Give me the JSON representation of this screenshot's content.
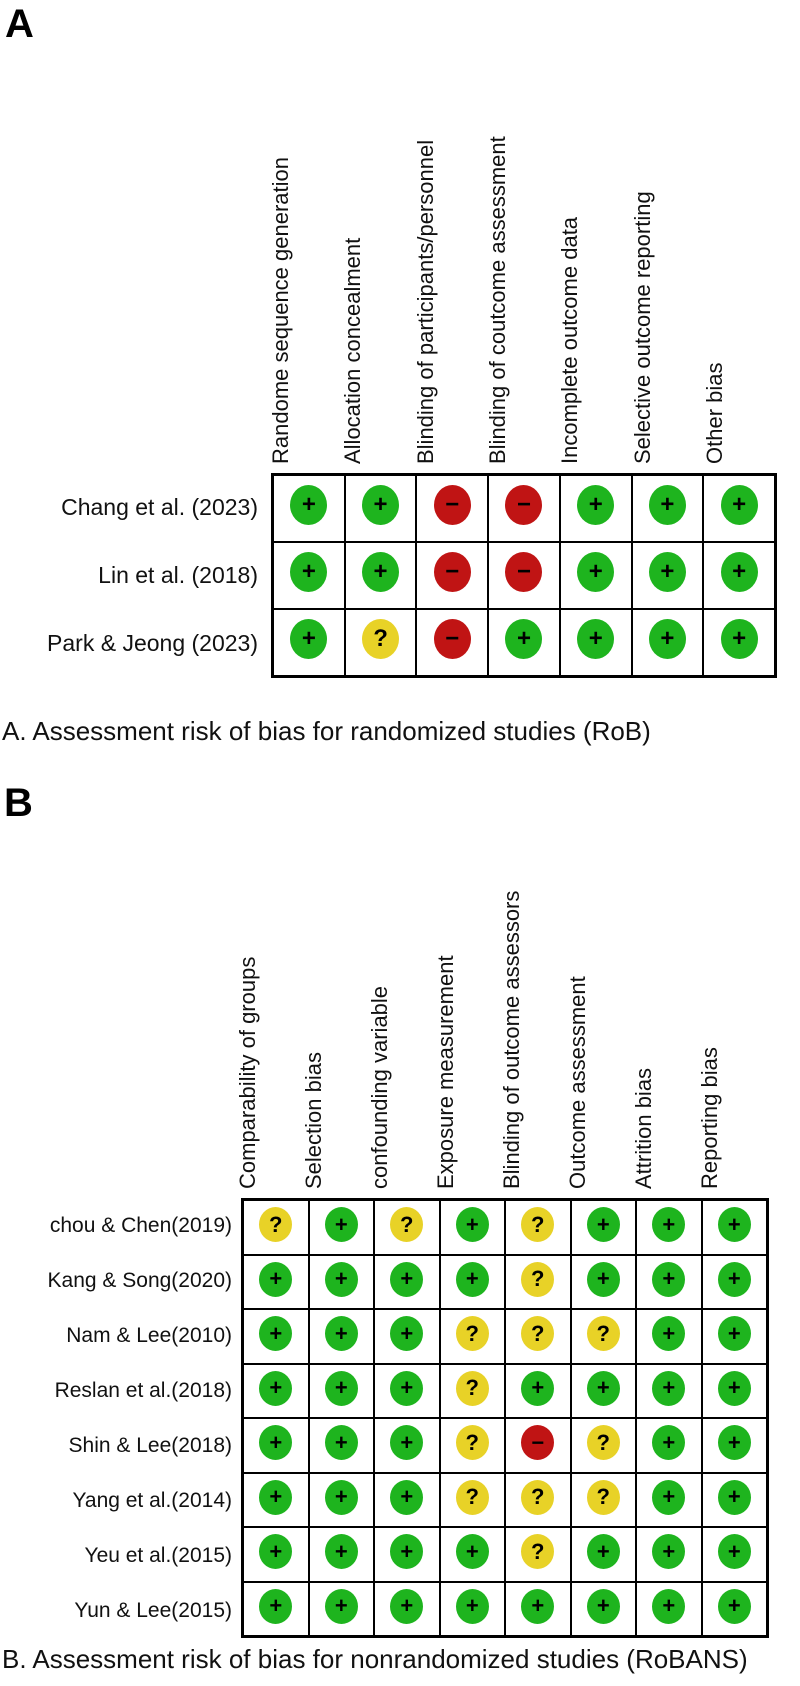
{
  "figure": {
    "panel_a_letter": "A",
    "panel_b_letter": "B",
    "caption_a": "A. Assessment risk of bias for randomized studies (RoB)",
    "caption_b": "B. Assessment risk of bias for nonrandomized studies (RoBANS)"
  },
  "legend": {
    "low": {
      "symbol": "+",
      "color": "#1eb41e"
    },
    "unclear": {
      "symbol": "?",
      "color": "#e8d227"
    },
    "high": {
      "symbol": "−",
      "color": "#c01414"
    }
  },
  "chart_data": [
    {
      "type": "heatmap",
      "panel": "A",
      "title": "A. Assessment risk of bias for randomized studies (RoB)",
      "columns": [
        "Randome sequence generation",
        "Allocation concealment",
        "Blinding of participants/personnel",
        "Blinding of coutcome assessment",
        "Incomplete outcome data",
        "Selective outcome reporting",
        "Other bias"
      ],
      "rows": [
        "Chang et al. (2023)",
        "Lin et al. (2018)",
        "Park & Jeong (2023)"
      ],
      "values": [
        [
          "low",
          "low",
          "high",
          "high",
          "low",
          "low",
          "low"
        ],
        [
          "low",
          "low",
          "high",
          "high",
          "low",
          "low",
          "low"
        ],
        [
          "low",
          "unclear",
          "high",
          "low",
          "low",
          "low",
          "low"
        ]
      ]
    },
    {
      "type": "heatmap",
      "panel": "B",
      "title": "B. Assessment risk of bias for nonrandomized studies (RoBANS)",
      "columns": [
        "Comparability of groups",
        "Selection bias",
        "confounding variable",
        "Exposure measurement",
        "Blinding of outcome assessors",
        "Outcome assessment",
        "Attrition bias",
        "Reporting bias"
      ],
      "rows": [
        "chou & Chen(2019)",
        "Kang & Song(2020)",
        "Nam & Lee(2010)",
        "Reslan et al.(2018)",
        "Shin & Lee(2018)",
        "Yang et al.(2014)",
        "Yeu et al.(2015)",
        "Yun & Lee(2015)"
      ],
      "values": [
        [
          "unclear",
          "low",
          "unclear",
          "low",
          "unclear",
          "low",
          "low",
          "low"
        ],
        [
          "low",
          "low",
          "low",
          "low",
          "unclear",
          "low",
          "low",
          "low"
        ],
        [
          "low",
          "low",
          "low",
          "unclear",
          "unclear",
          "unclear",
          "low",
          "low"
        ],
        [
          "low",
          "low",
          "low",
          "unclear",
          "low",
          "low",
          "low",
          "low"
        ],
        [
          "low",
          "low",
          "low",
          "unclear",
          "high",
          "unclear",
          "low",
          "low"
        ],
        [
          "low",
          "low",
          "low",
          "unclear",
          "unclear",
          "unclear",
          "low",
          "low"
        ],
        [
          "low",
          "low",
          "low",
          "low",
          "unclear",
          "low",
          "low",
          "low"
        ],
        [
          "low",
          "low",
          "low",
          "low",
          "low",
          "low",
          "low",
          "low"
        ]
      ]
    }
  ]
}
